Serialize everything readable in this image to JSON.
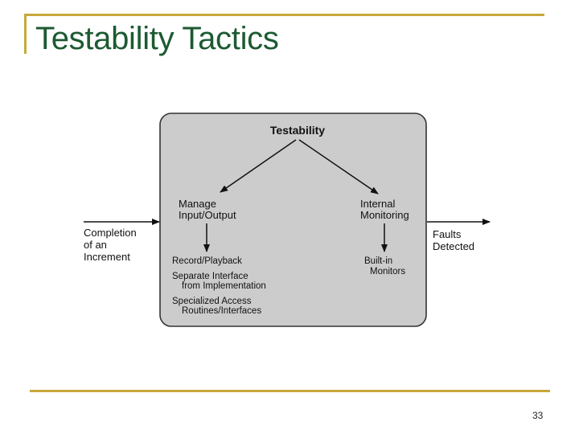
{
  "slide": {
    "title": "Testability Tactics",
    "page_number": "33"
  },
  "diagram": {
    "root": "Testability",
    "branches": {
      "manage_io": {
        "label_lines": [
          "Manage",
          "Input/Output"
        ],
        "tactics": [
          [
            "Record/Playback"
          ],
          [
            "Separate Interface",
            "from Implementation"
          ],
          [
            "Specialized Access",
            "Routines/Interfaces"
          ]
        ]
      },
      "internal_monitoring": {
        "label_lines": [
          "Internal",
          "Monitoring"
        ],
        "tactics": [
          [
            "Built-in",
            "Monitors"
          ]
        ]
      }
    },
    "input_label_lines": [
      "Completion",
      "of an",
      "Increment"
    ],
    "output_label_lines": [
      "Faults",
      "Detected"
    ]
  },
  "colors": {
    "title": "#1d5a32",
    "rule": "#c8a83c",
    "box_fill": "#cccccc",
    "box_stroke": "#333333"
  }
}
